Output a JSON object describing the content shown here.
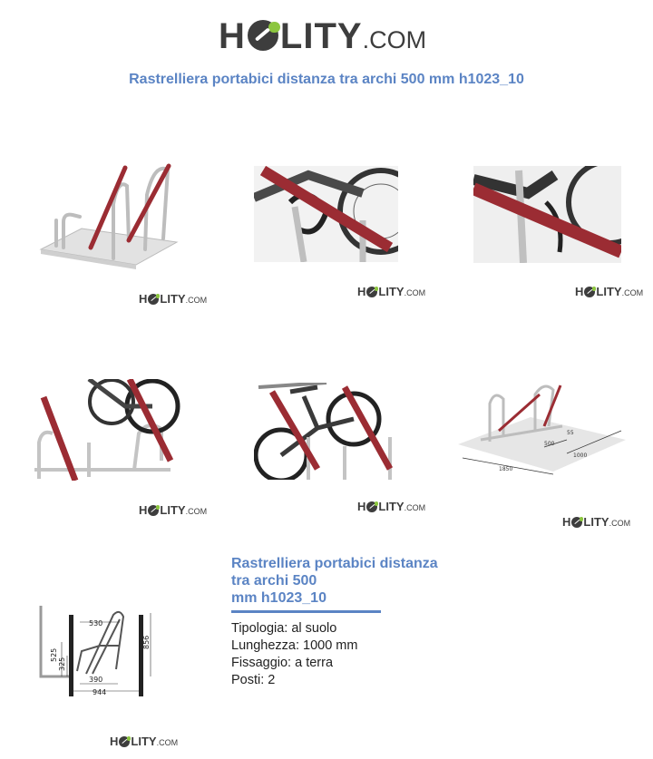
{
  "brand": {
    "name_pre": "H",
    "name_post": "LITY",
    "domain": ".COM",
    "domain_small": ".COM",
    "accent_color": "#8cc63f",
    "text_color": "#3d3d3d"
  },
  "page_title": "Rastrelliera portabici distanza tra archi 500 mm h1023_10",
  "gallery": [
    {
      "icon": "bike-rack-empty-image"
    },
    {
      "icon": "bike-rack-lock-closeup-image"
    },
    {
      "icon": "bike-rack-lock-detail-image"
    },
    {
      "icon": "bike-rack-with-bikes-image"
    },
    {
      "icon": "bike-rack-single-bike-image"
    },
    {
      "icon": "bike-rack-dimensions-image",
      "dims": [
        "1850",
        "500",
        "1000",
        "55"
      ]
    }
  ],
  "drawing": {
    "dims": [
      "530",
      "525",
      "325",
      "856",
      "390",
      "944"
    ]
  },
  "product": {
    "title_lines": [
      "Rastrelliera portabici distanza",
      "tra archi 500",
      "mm h1023_10"
    ],
    "specs": [
      "Tipologia: al suolo",
      "Lunghezza: 1000 mm",
      "Fissaggio: a terra",
      "Posti: 2"
    ]
  },
  "colors": {
    "title": "#5b84c4",
    "arch": "#9b2c33",
    "steel": "#c9c9c9"
  }
}
